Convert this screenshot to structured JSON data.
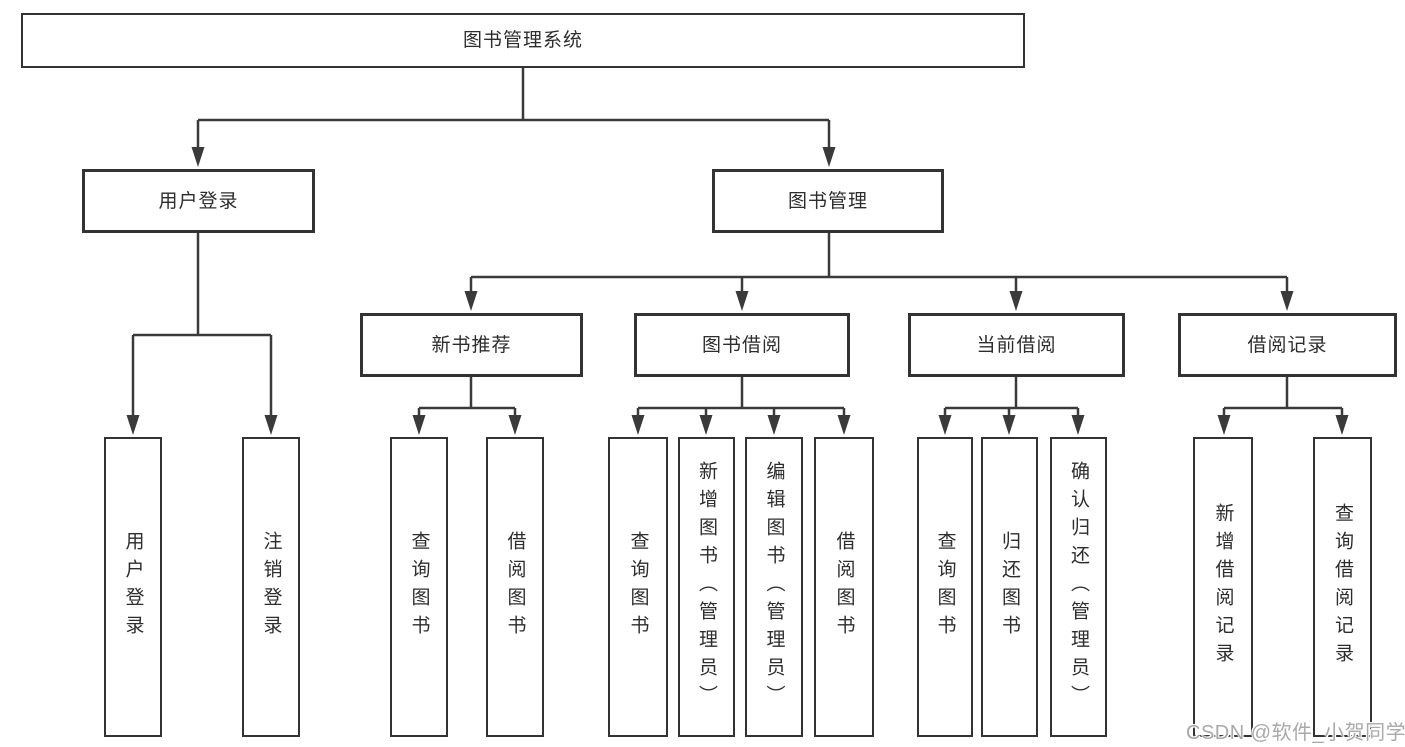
{
  "diagram": {
    "type": "function-structure-tree",
    "root": {
      "label": "图书管理系统"
    },
    "branches": [
      {
        "label": "用户登录",
        "children": [
          {
            "label": "用户登录"
          },
          {
            "label": "注销登录"
          }
        ]
      },
      {
        "label": "图书管理",
        "children": [
          {
            "label": "新书推荐",
            "children": [
              {
                "label": "查询图书"
              },
              {
                "label": "借阅图书"
              }
            ]
          },
          {
            "label": "图书借阅",
            "children": [
              {
                "label": "查询图书"
              },
              {
                "label": "新增图书（管理员）"
              },
              {
                "label": "编辑图书（管理员）"
              },
              {
                "label": "借阅图书"
              }
            ]
          },
          {
            "label": "当前借阅",
            "children": [
              {
                "label": "查询图书"
              },
              {
                "label": "归还图书"
              },
              {
                "label": "确认归还（管理员）"
              }
            ]
          },
          {
            "label": "借阅记录",
            "children": [
              {
                "label": "新增借阅记录"
              },
              {
                "label": "查询借阅记录"
              }
            ]
          }
        ]
      }
    ]
  },
  "watermark": {
    "text": "CSDN @软件_小贺同学"
  },
  "colors": {
    "background": "#ffffff",
    "border": "#333333",
    "line": "#3a3a3a",
    "text": "#2d2d2d",
    "watermark": "#a9a9a9"
  }
}
